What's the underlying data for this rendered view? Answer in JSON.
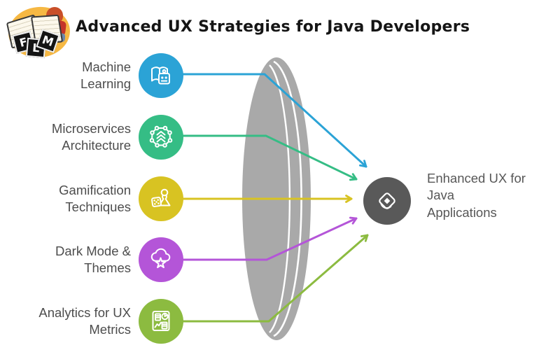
{
  "title": "Advanced UX Strategies for Java Developers",
  "logo": {
    "letters": [
      "F",
      "L",
      "M"
    ]
  },
  "lens_color": "#A9A9A9",
  "strategies": [
    {
      "lines": [
        "Machine",
        "Learning"
      ],
      "color": "#2BA3D6",
      "icon": "book-robot-icon"
    },
    {
      "lines": [
        "Microservices",
        "Architecture"
      ],
      "color": "#35BD85",
      "icon": "network-nodes-icon"
    },
    {
      "lines": [
        "Gamification",
        "Techniques"
      ],
      "color": "#D8C322",
      "icon": "game-pawn-dice-icon"
    },
    {
      "lines": [
        "Dark Mode &",
        "Themes"
      ],
      "color": "#B455D8",
      "icon": "cloud-star-icon"
    },
    {
      "lines": [
        "Analytics for UX",
        "Metrics"
      ],
      "color": "#8CBB40",
      "icon": "analytics-dashboard-icon"
    }
  ],
  "outcome": {
    "lines": [
      "Enhanced UX for",
      "Java",
      "Applications"
    ],
    "circle_color": "#595959",
    "icon": "diamond-ribbon-icon"
  }
}
